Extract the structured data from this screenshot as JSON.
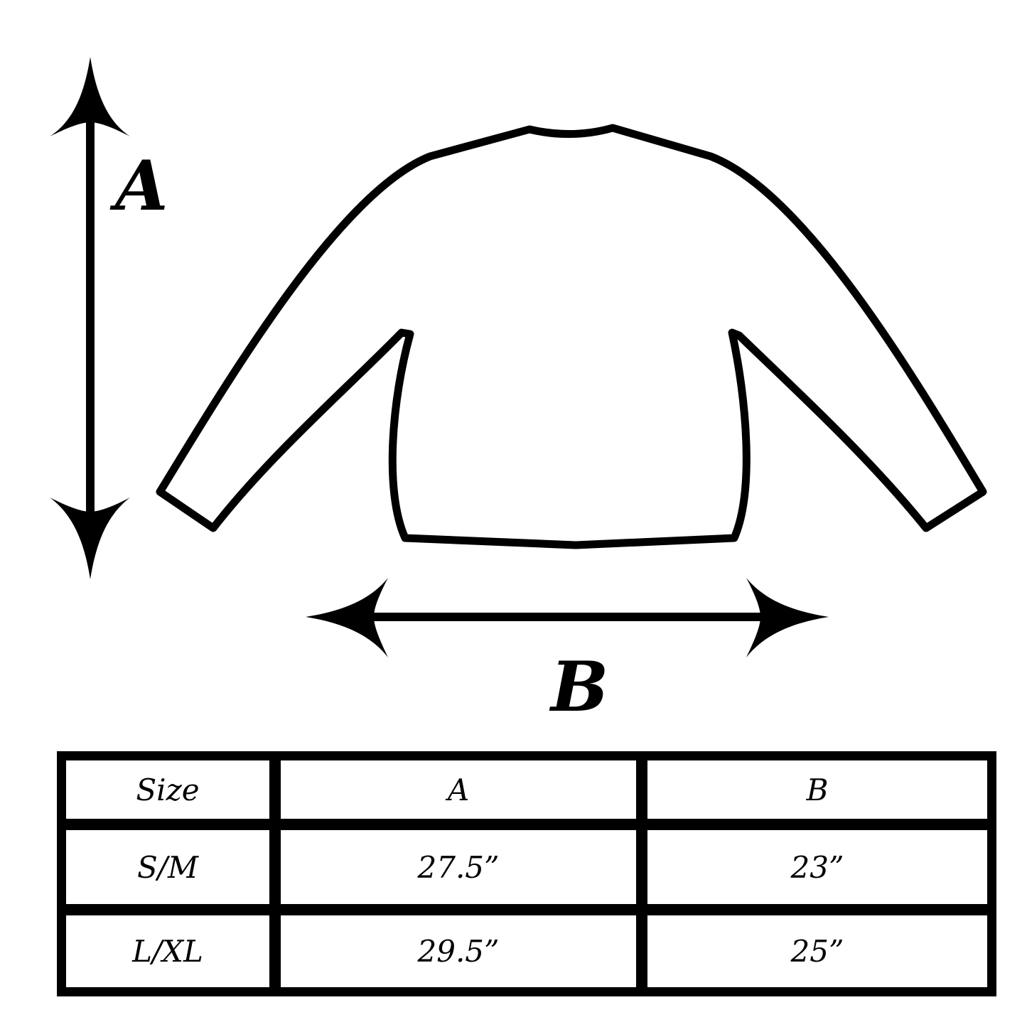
{
  "labels": {
    "a": "A",
    "b": "B"
  },
  "table": {
    "headers": [
      "Size",
      "A",
      "B"
    ],
    "rows": [
      [
        "S/M",
        "27.5”",
        "23”"
      ],
      [
        "L/XL",
        "29.5”",
        "25”"
      ]
    ]
  },
  "colors": {
    "ink": "#000000",
    "background": "#ffffff"
  }
}
